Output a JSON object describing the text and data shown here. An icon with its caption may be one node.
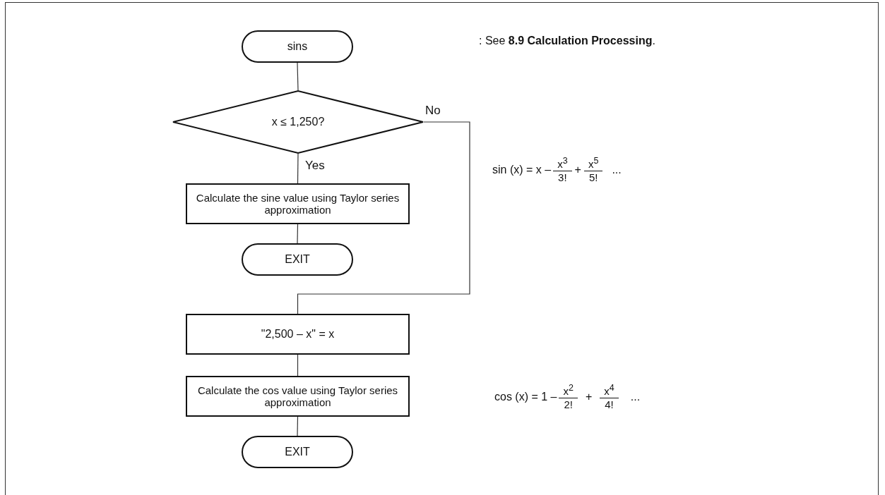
{
  "diagram": {
    "nodes": [
      {
        "text": [
          "sins"
        ]
      },
      {
        "text": [
          "x ≤ 1,250?"
        ]
      },
      {
        "text": [
          "Calculate the sine value using Taylor series approximation"
        ]
      },
      {
        "text": [
          "EXIT"
        ]
      },
      {
        "text": [
          "\"2,500 – x\" = x"
        ]
      },
      {
        "text": [
          "Calculate the cos value using Taylor series approximation"
        ]
      },
      {
        "text": [
          "EXIT"
        ]
      }
    ],
    "edges": [
      {
        "from": 0,
        "to": 1,
        "arrow": "none"
      },
      {
        "from": 1,
        "to": 2,
        "arrow": "none",
        "label": "Yes"
      },
      {
        "from": 2,
        "to": 3,
        "arrow": "none"
      },
      {
        "from": 1,
        "to": 4,
        "arrow": "none",
        "label": "No"
      },
      {
        "from": 4,
        "to": 5,
        "arrow": "none"
      },
      {
        "from": 5,
        "to": 6,
        "arrow": "none"
      }
    ],
    "labels": [
      ": See **8.9  Calculation Processing**.",
      "sin (x) = x –",
      "x$^{3}$",
      "3!",
      "+",
      "x$^{5}$",
      "5!",
      "...",
      "cos (x) = 1 –",
      "x$^{2}$",
      "2!",
      "+",
      "x$^{4}$",
      "4!",
      "..."
    ]
  }
}
